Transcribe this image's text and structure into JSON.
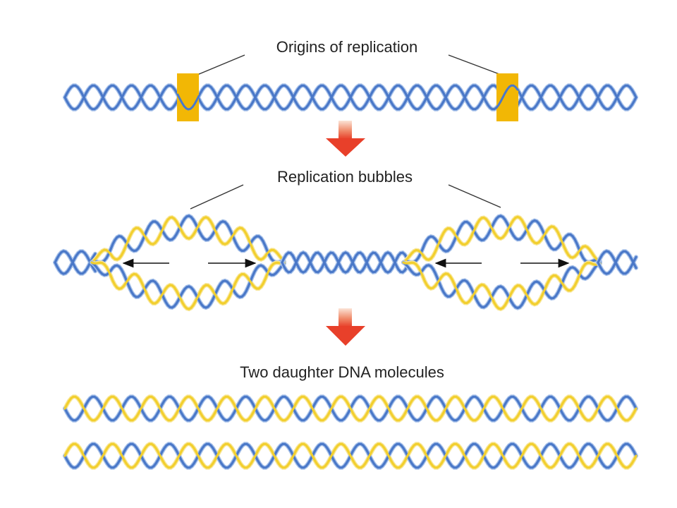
{
  "labels": {
    "origins": "Origins of replication",
    "bubbles": "Replication bubbles",
    "daughters": "Two daughter DNA molecules"
  },
  "colors": {
    "blue_strand": "#4a78c8",
    "blue_light": "#a8c2ea",
    "yellow_strand": "#f2cf2e",
    "yellow_light": "#f8e79a",
    "origin_marker": "#f2b705",
    "down_arrow_top": "#fbe3d6",
    "down_arrow_bottom": "#e8402a",
    "label_text": "#222222"
  },
  "icons": [
    "down-arrow-icon",
    "left-arrow-icon",
    "right-arrow-icon"
  ]
}
